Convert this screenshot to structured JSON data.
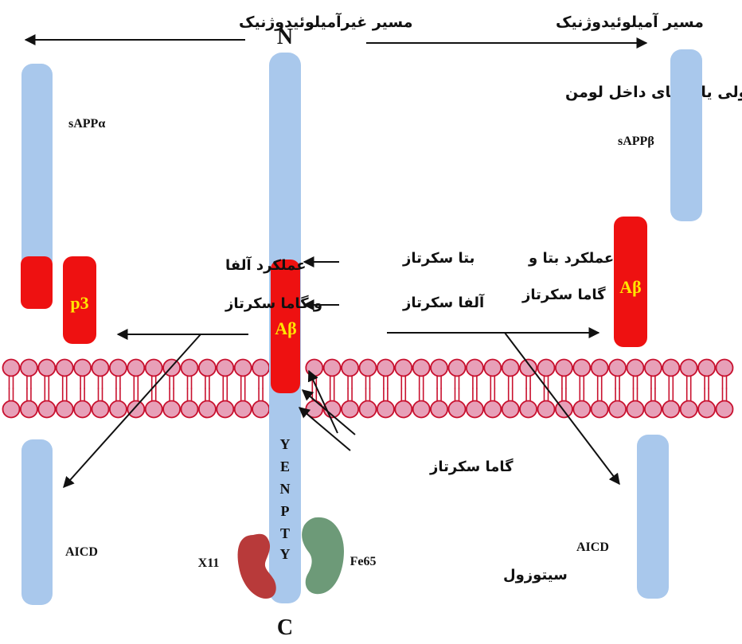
{
  "labels": {
    "non_amyloid_path": "مسیر غیرآمیلوئیدوژنیک",
    "amyloid_path": "مسیر آمیلوئیدوژنیک",
    "n_terminus": "N",
    "c_terminus": "C",
    "extracellular": "محیط خارج سلولی یا فضای داخل لومن",
    "sappa": "sAPPα",
    "sappb": "sAPPβ",
    "p3": "p3",
    "abeta_center": "Aβ",
    "abeta_right": "Aβ",
    "beta_secretase": "بتا سکرتاز",
    "alpha_secretase": "آلفا سکرتاز",
    "gamma_secretase": "گاما سکرتاز",
    "alpha_gamma_line1": "عملکرد آلفا",
    "alpha_gamma_line2": "و گاما سکرتاز",
    "beta_gamma_line1": "عملکرد بتا و",
    "beta_gamma_line2": "گاما سکرتاز",
    "aicd_left": "AICD",
    "aicd_right": "AICD",
    "x11": "X11",
    "fe65": "Fe65",
    "cytosol": "سیتوزول",
    "motif": [
      "Y",
      "E",
      "N",
      "P",
      "T",
      "Y"
    ]
  },
  "colors": {
    "protein": "#a9c8ec",
    "abeta": "#ee1111",
    "lipid_head": "#e7a0b8",
    "lipid_outline": "#c8102e",
    "x11": "#b83a3a",
    "fe65": "#6d9a78",
    "arrow": "#111111"
  }
}
